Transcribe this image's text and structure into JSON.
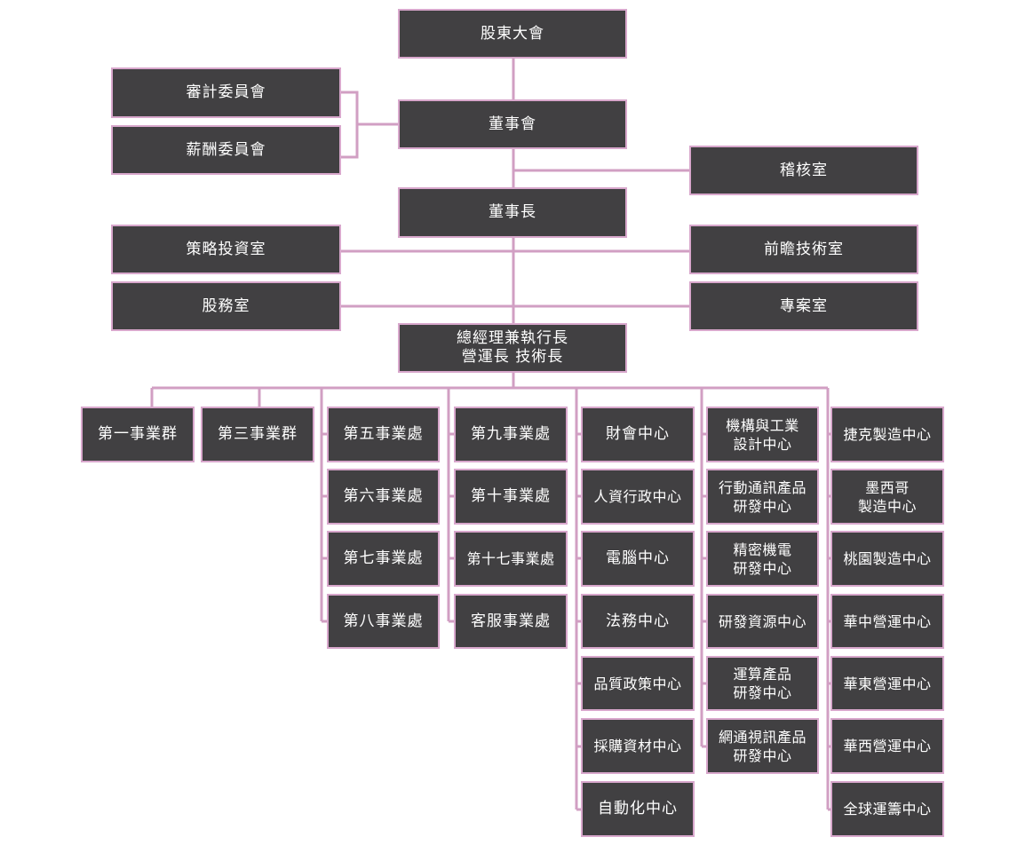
{
  "colors": {
    "box_fill": "#414042",
    "box_border": "#d8a7cc",
    "connector": "#d19fc3",
    "text": "#ffffff"
  },
  "governance": {
    "shareholders_meeting": "股東大會",
    "audit_committee": "審計委員會",
    "compensation_committee": "薪酬委員會",
    "board_of_directors": "董事會",
    "internal_audit_office": "稽核室",
    "chairman": "董事長",
    "strategic_investment_office": "策略投資室",
    "advanced_technology_office": "前瞻技術室",
    "shareholder_services_office": "股務室",
    "project_office": "專案室",
    "ceo": "總經理兼執行長\n營運長 技術長"
  },
  "business_groups": [
    "第一事業群",
    "第三事業群"
  ],
  "divisions_a": [
    "第五事業處",
    "第六事業處",
    "第七事業處",
    "第八事業處"
  ],
  "divisions_b": [
    "第九事業處",
    "第十事業處",
    "第十七事業處",
    "客服事業處"
  ],
  "corporate_centers": [
    "財會中心",
    "人資行政中心",
    "電腦中心",
    "法務中心",
    "品質政策中心",
    "採購資材中心",
    "自動化中心"
  ],
  "rd_centers": [
    "機構與工業\n設計中心",
    "行動通訊產品\n研發中心",
    "精密機電\n研發中心",
    "研發資源中心",
    "運算產品\n研發中心",
    "網通視訊產品\n研發中心"
  ],
  "manufacturing_operations": [
    "捷克製造中心",
    "墨西哥\n製造中心",
    "桃園製造中心",
    "華中營運中心",
    "華東營運中心",
    "華西營運中心",
    "全球運籌中心"
  ]
}
